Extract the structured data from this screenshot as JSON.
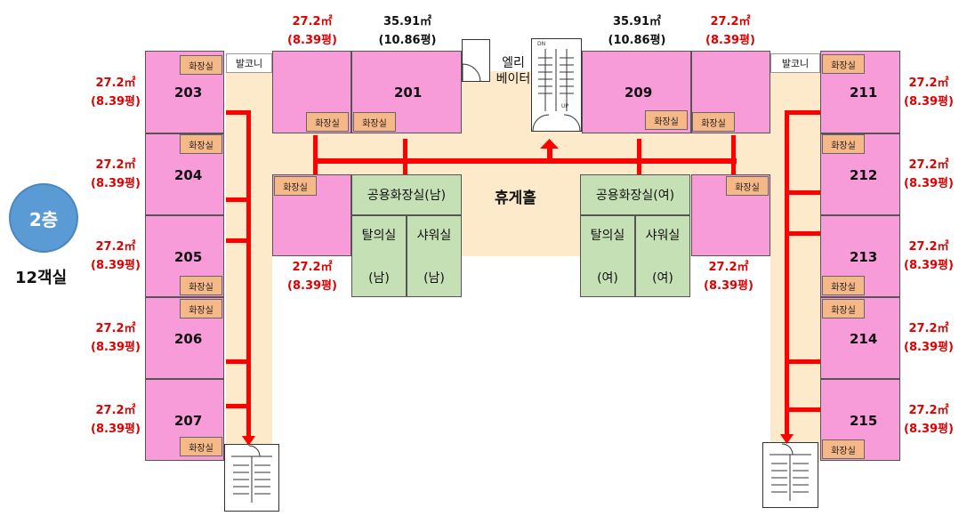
{
  "floor": {
    "badge": "2층",
    "room_count": "12객실",
    "badge_color": "#5b9bd5"
  },
  "colors": {
    "room": "#f79bd9",
    "restroom": "#f6b887",
    "corridor": "#fdeacb",
    "shared": "#c5e0b4",
    "route": "#ff0000"
  },
  "rooms": {
    "r201": "201",
    "r203": "203",
    "r204": "204",
    "r205": "205",
    "r206": "206",
    "r207": "207",
    "r209": "209",
    "r211": "211",
    "r212": "212",
    "r213": "213",
    "r214": "214",
    "r215": "215"
  },
  "restroom_label": "화장실",
  "balcony_label": "발코니",
  "elevator": {
    "line1": "엘리",
    "line2": "베이터"
  },
  "hall_label": "휴게홀",
  "shared_men": {
    "title": "공용화장실(남)",
    "left": "탈의실",
    "right": "샤워실",
    "left_sub": "(남)",
    "right_sub": "(남)"
  },
  "shared_women": {
    "title": "공용화장실(여)",
    "left": "탈의실",
    "right": "샤워실",
    "left_sub": "(여)",
    "right_sub": "(여)"
  },
  "stair_labels": {
    "dn": "DN",
    "up": "UP"
  },
  "areas": {
    "standard_m2": "27.2㎡",
    "standard_py": "(8.39평)",
    "large_m2": "35.91㎡",
    "large_py": "(10.86평)"
  }
}
